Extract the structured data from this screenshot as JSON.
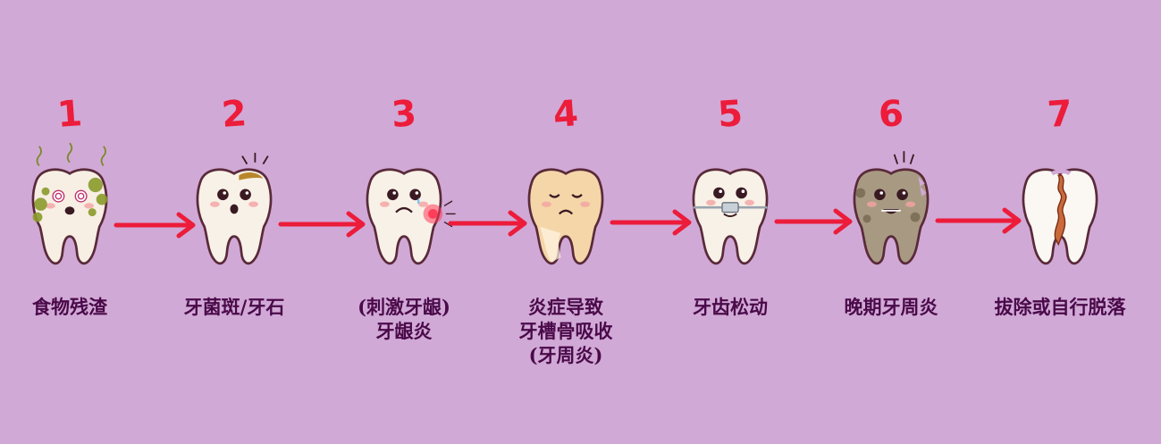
{
  "steps": [
    {
      "number": "1",
      "label_lines": [
        "食物残渣"
      ],
      "state": "food-debris"
    },
    {
      "number": "2",
      "label_lines": [
        "牙菌斑/牙石"
      ],
      "state": "plaque"
    },
    {
      "number": "3",
      "label_lines": [
        "(刺激牙龈)",
        "牙龈炎"
      ],
      "state": "gingivitis"
    },
    {
      "number": "4",
      "label_lines": [
        "炎症导致",
        "牙槽骨吸收",
        "(牙周炎)"
      ],
      "state": "bone-loss"
    },
    {
      "number": "5",
      "label_lines": [
        "牙齿松动"
      ],
      "state": "loose-with-braces"
    },
    {
      "number": "6",
      "label_lines": [
        "晚期牙周炎"
      ],
      "state": "advanced"
    },
    {
      "number": "7",
      "label_lines": [
        "拔除或自行脱落"
      ],
      "state": "cracked-extracted"
    }
  ],
  "colors": {
    "background": "#d1a9d6",
    "number": "#ec1c3a",
    "arrow": "#ec1c3a",
    "label": "#4a0a4a",
    "outline": "#5a2a3a"
  }
}
